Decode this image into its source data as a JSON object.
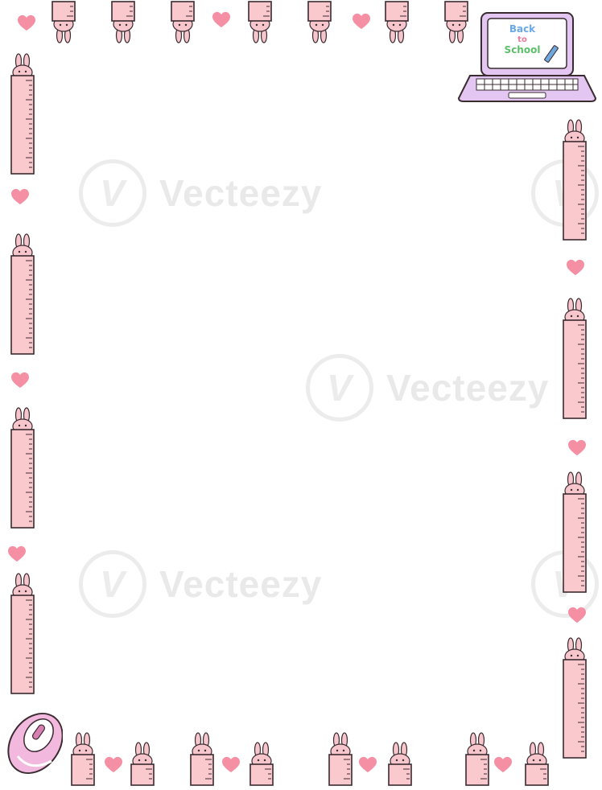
{
  "watermark": {
    "text": "Vecteezy",
    "logo": "V"
  },
  "laptop": {
    "screen_lines": [
      {
        "text": "Back",
        "color": "#6aa9e6"
      },
      {
        "text": "to",
        "color": "#e57a9a"
      },
      {
        "text": "School",
        "color": "#5cbf6a"
      }
    ]
  },
  "colors": {
    "ruler_fill": "#f9c9cd",
    "ruler_stroke": "#3a2b30",
    "bunny_fill": "#f6c6cc",
    "heart": "#f58fa3",
    "laptop_body": "#e3c6f2",
    "mouse_body": "#f3b8de"
  },
  "icons": [
    "ruler-bunny-icon",
    "heart-icon",
    "laptop-icon",
    "mouse-icon",
    "pencil-icon"
  ]
}
